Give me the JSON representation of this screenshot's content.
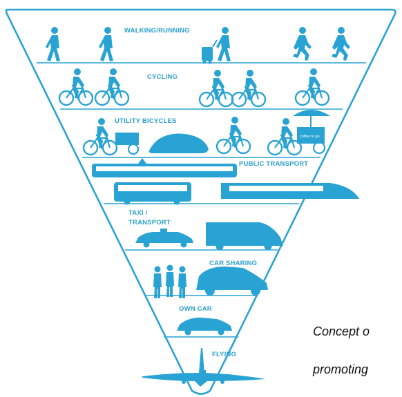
{
  "pyramid": {
    "color": "#29a3d3",
    "tiers": [
      {
        "label": "WALKING/RUNNING"
      },
      {
        "label": "CYCLING"
      },
      {
        "label": "UTILITY BICYCLES"
      },
      {
        "label": "PUBLIC TRANSPORT"
      },
      {
        "label_line1": "TAXI /",
        "label_line2": "TRANSPORT"
      },
      {
        "label": "CAR SHARING"
      },
      {
        "label": "OWN CAR"
      },
      {
        "label": "FLYING"
      }
    ],
    "cart_sign": "coffee to go"
  },
  "caption": {
    "line1": "Concept o",
    "line2": "promoting"
  }
}
